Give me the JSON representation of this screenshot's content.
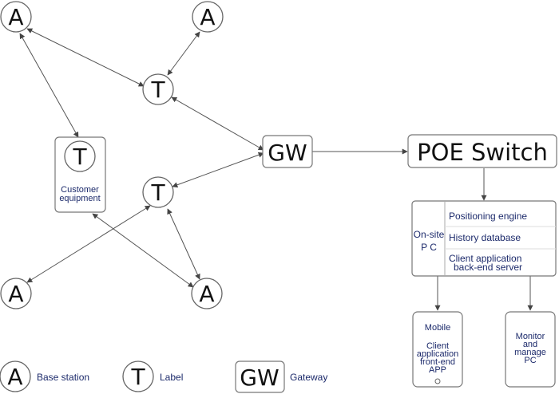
{
  "nodes": {
    "anchor_top_left": "A",
    "anchor_top_right": "A",
    "anchor_bottom_left": "A",
    "anchor_bottom_right": "A",
    "tag_top": "T",
    "tag_mid": "T",
    "tag_customer": "T",
    "gateway": "GW",
    "poe_switch": "POE Switch"
  },
  "customer_equipment": {
    "line1": "Customer",
    "line2": "equipment"
  },
  "onsite_pc": {
    "label_line1": "On-site",
    "label_line2": "P C",
    "functions": [
      "Positioning engine",
      "History database",
      "Client application",
      "back-end server"
    ]
  },
  "mobile": {
    "title": "Mobile",
    "lines": [
      "Client",
      "application",
      "front-end",
      "APP"
    ]
  },
  "monitor_pc": {
    "lines": [
      "Monitor",
      "and",
      "manage",
      "PC"
    ]
  },
  "legend": [
    {
      "symbol": "A",
      "label": "Base station"
    },
    {
      "symbol": "T",
      "label": "Label"
    },
    {
      "symbol": "GW",
      "label": "Gateway"
    }
  ]
}
